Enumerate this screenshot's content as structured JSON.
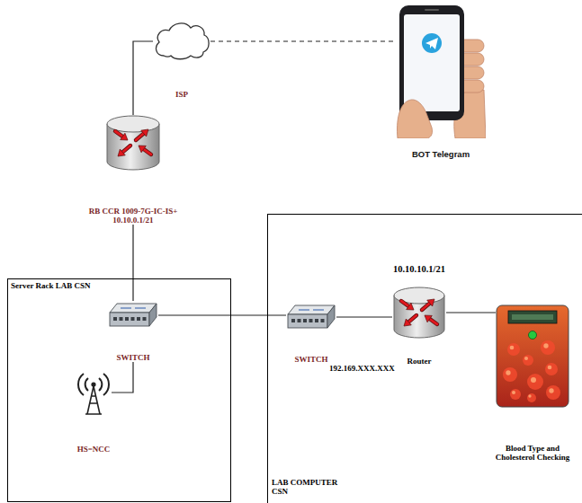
{
  "diagram": {
    "nodes": [
      {
        "text": [
          "ISP"
        ]
      },
      {
        "text": [
          "BOT Telegram"
        ]
      },
      {
        "text": [
          "RB CCR 1009-7G-IC-IS+",
          "10.10.0.1/21"
        ]
      },
      {
        "text": [
          "Server Rack LAB CSN"
        ]
      },
      {
        "text": [
          "SWITCH"
        ],
        "in": 3
      },
      {
        "text": [
          "HS=NCC"
        ],
        "in": 3
      },
      {
        "text": [
          "LAB COMPUTER CSN"
        ]
      },
      {
        "text": [
          "SWITCH"
        ],
        "in": 6
      },
      {
        "text": [
          "10.10.10.1/21",
          "Router"
        ],
        "in": 6
      },
      {
        "text": [
          "Blood Type and Cholesterol Checking"
        ],
        "in": 6
      }
    ],
    "edges": [
      {
        "from": 2,
        "to": 0,
        "arrow": "none"
      },
      {
        "from": 0,
        "to": 1,
        "arrow": "none"
      },
      {
        "from": 2,
        "to": 4,
        "arrow": "none"
      },
      {
        "from": 4,
        "to": 5,
        "arrow": "none"
      },
      {
        "from": 4,
        "to": 7,
        "arrow": "none"
      },
      {
        "from": 7,
        "to": 8,
        "arrow": "none"
      },
      {
        "from": 8,
        "to": 9,
        "arrow": "none"
      }
    ],
    "labels": [
      "192.169.XXX.XXX"
    ]
  }
}
